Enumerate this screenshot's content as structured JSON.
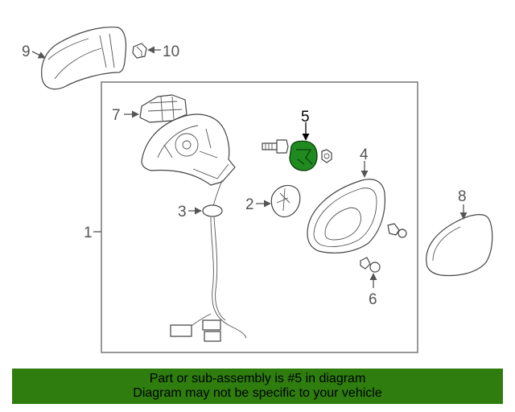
{
  "diagram": {
    "callouts": {
      "c1": "1",
      "c2": "2",
      "c3": "3",
      "c4": "4",
      "c5": "5",
      "c6": "6",
      "c7": "7",
      "c8": "8",
      "c9": "9",
      "c10": "10"
    },
    "highlight_part": "5",
    "highlight_color": "#1f8a1f"
  },
  "footer": {
    "line1": "Part or sub-assembly is #5 in diagram",
    "line2": "Diagram may not be specific to your vehicle",
    "background_color": "#2e7d0e"
  }
}
